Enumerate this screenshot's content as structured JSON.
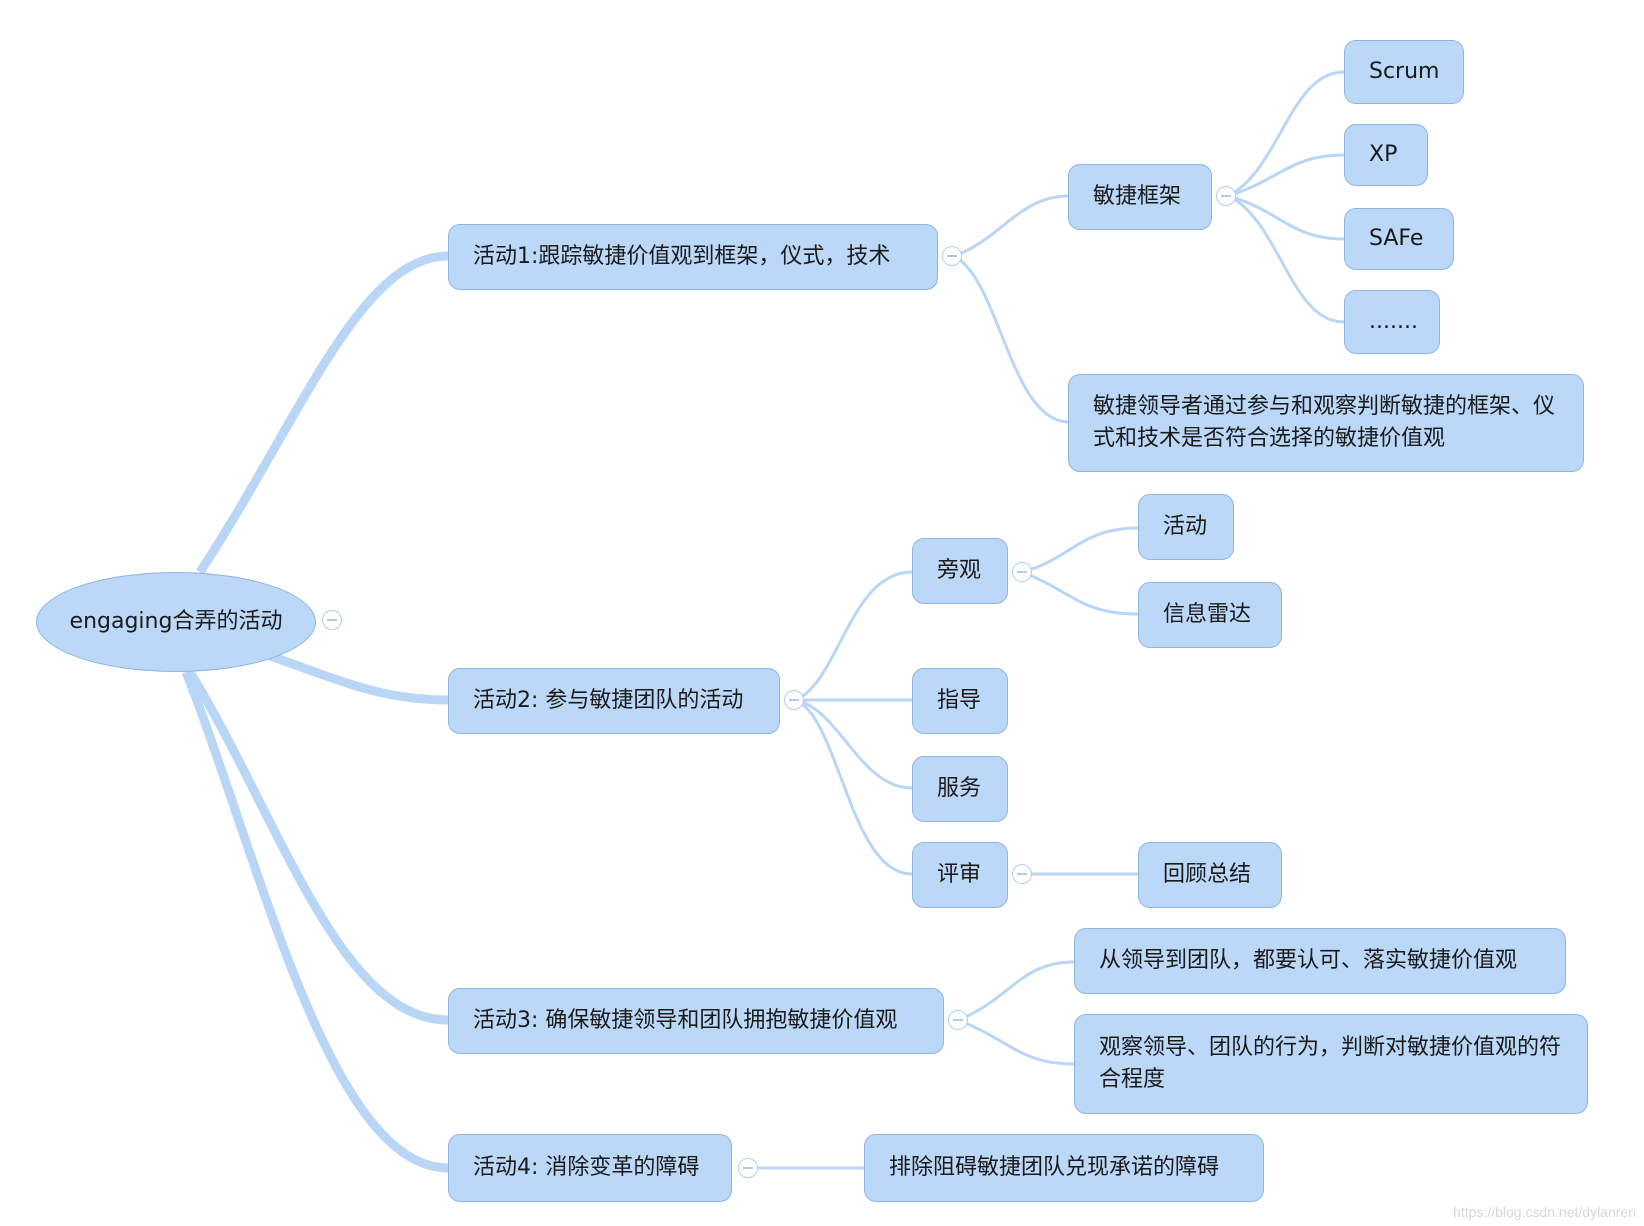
{
  "root": {
    "label": "engaging合弄的活动"
  },
  "activities": [
    {
      "label": "活动1:跟踪敏捷价值观到框架，仪式，技术",
      "children": [
        {
          "label": "敏捷框架",
          "children": [
            "Scrum",
            "XP",
            "SAFe",
            "......."
          ]
        },
        {
          "label": "敏捷领导者通过参与和观察判断敏捷的框架、仪式和技术是否符合选择的敏捷价值观"
        }
      ]
    },
    {
      "label": "活动2: 参与敏捷团队的活动",
      "children": [
        {
          "label": "旁观",
          "children": [
            "活动",
            "信息雷达"
          ]
        },
        {
          "label": "指导"
        },
        {
          "label": "服务"
        },
        {
          "label": "评审",
          "children": [
            "回顾总结"
          ]
        }
      ]
    },
    {
      "label": "活动3: 确保敏捷领导和团队拥抱敏捷价值观",
      "children": [
        {
          "label": "从领导到团队，都要认可、落实敏捷价值观"
        },
        {
          "label": "观察领导、团队的行为，判断对敏捷价值观的符合程度"
        }
      ]
    },
    {
      "label": "活动4: 消除变革的障碍",
      "children": [
        {
          "label": "排除阻碍敏捷团队兑现承诺的障碍"
        }
      ]
    }
  ],
  "watermark": "https://blog.csdn.net/dylanren",
  "colors": {
    "node_fill": "#bcd8f8",
    "node_border": "#8fb4e0",
    "connector": "#b9d6f6"
  }
}
